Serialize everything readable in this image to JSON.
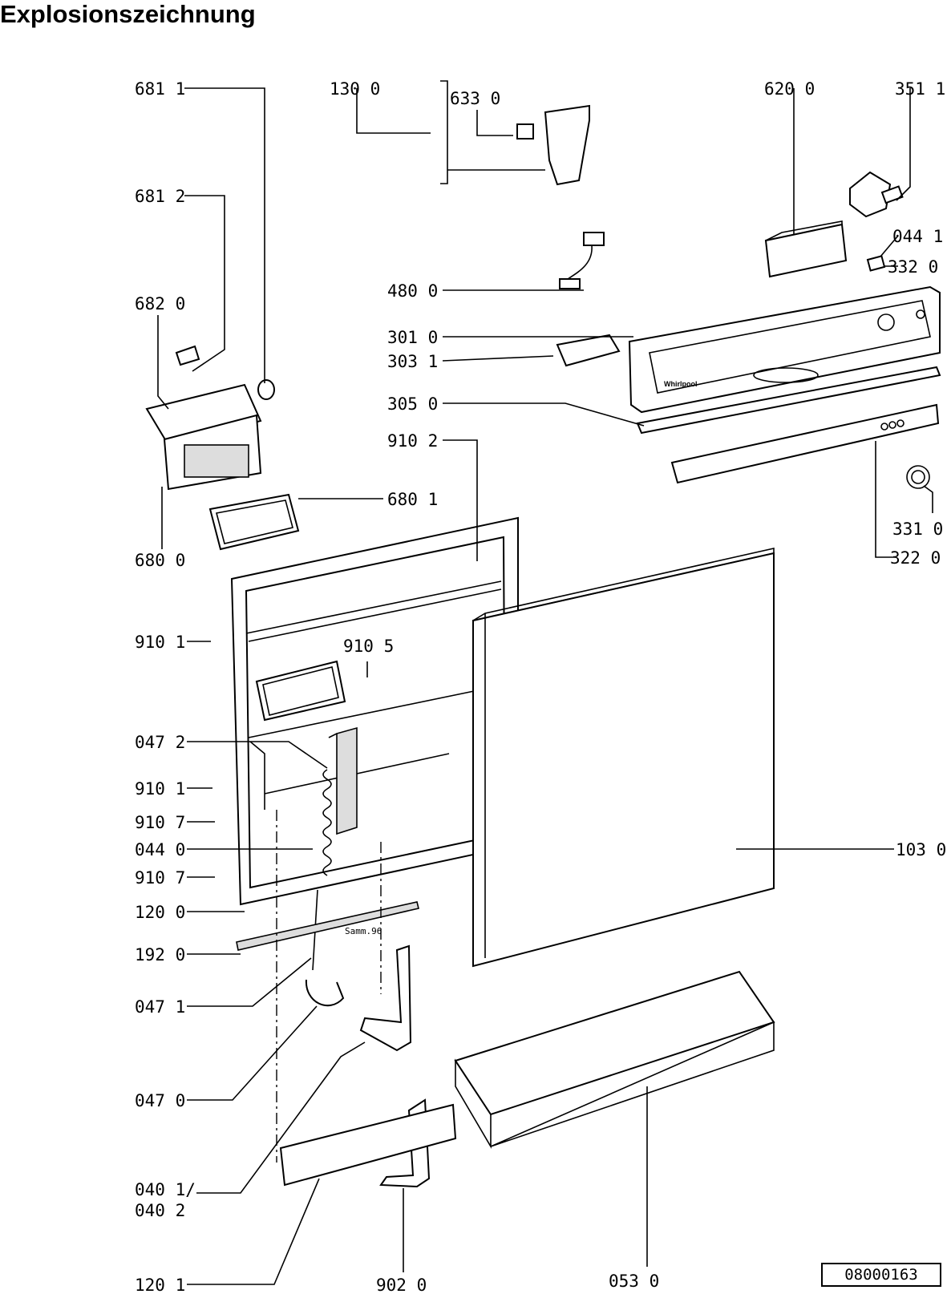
{
  "title": "Explosionszeichnung",
  "doc_number": "08000163",
  "brand_mark": "Whirlpool",
  "misc_marks": {
    "clip_note": "Samm.96"
  },
  "labels": {
    "681_1": "681 1",
    "681_2": "681 2",
    "682_0": "682 0",
    "680_0": "680 0",
    "680_1": "680 1",
    "130_0": "130 0",
    "633_0": "633 0",
    "620_0": "620 0",
    "351_1": "351 1",
    "044_1": "044 1",
    "332_0": "332 0",
    "480_0": "480 0",
    "301_0": "301 0",
    "303_1": "303 1",
    "305_0": "305 0",
    "910_2": "910 2",
    "331_0": "331 0",
    "322_0": "322 0",
    "910_1_a": "910 1",
    "910_5": "910 5",
    "047_2": "047 2",
    "910_1_b": "910 1",
    "910_7_a": "910 7",
    "044_0": "044 0",
    "910_7_b": "910 7",
    "120_0": "120 0",
    "192_0": "192 0",
    "047_1": "047 1",
    "047_0": "047 0",
    "040_1": "040 1/",
    "040_2": "040 2",
    "120_1": "120 1",
    "902_0": "902 0",
    "053_0": "053 0",
    "103_0": "103 0"
  }
}
